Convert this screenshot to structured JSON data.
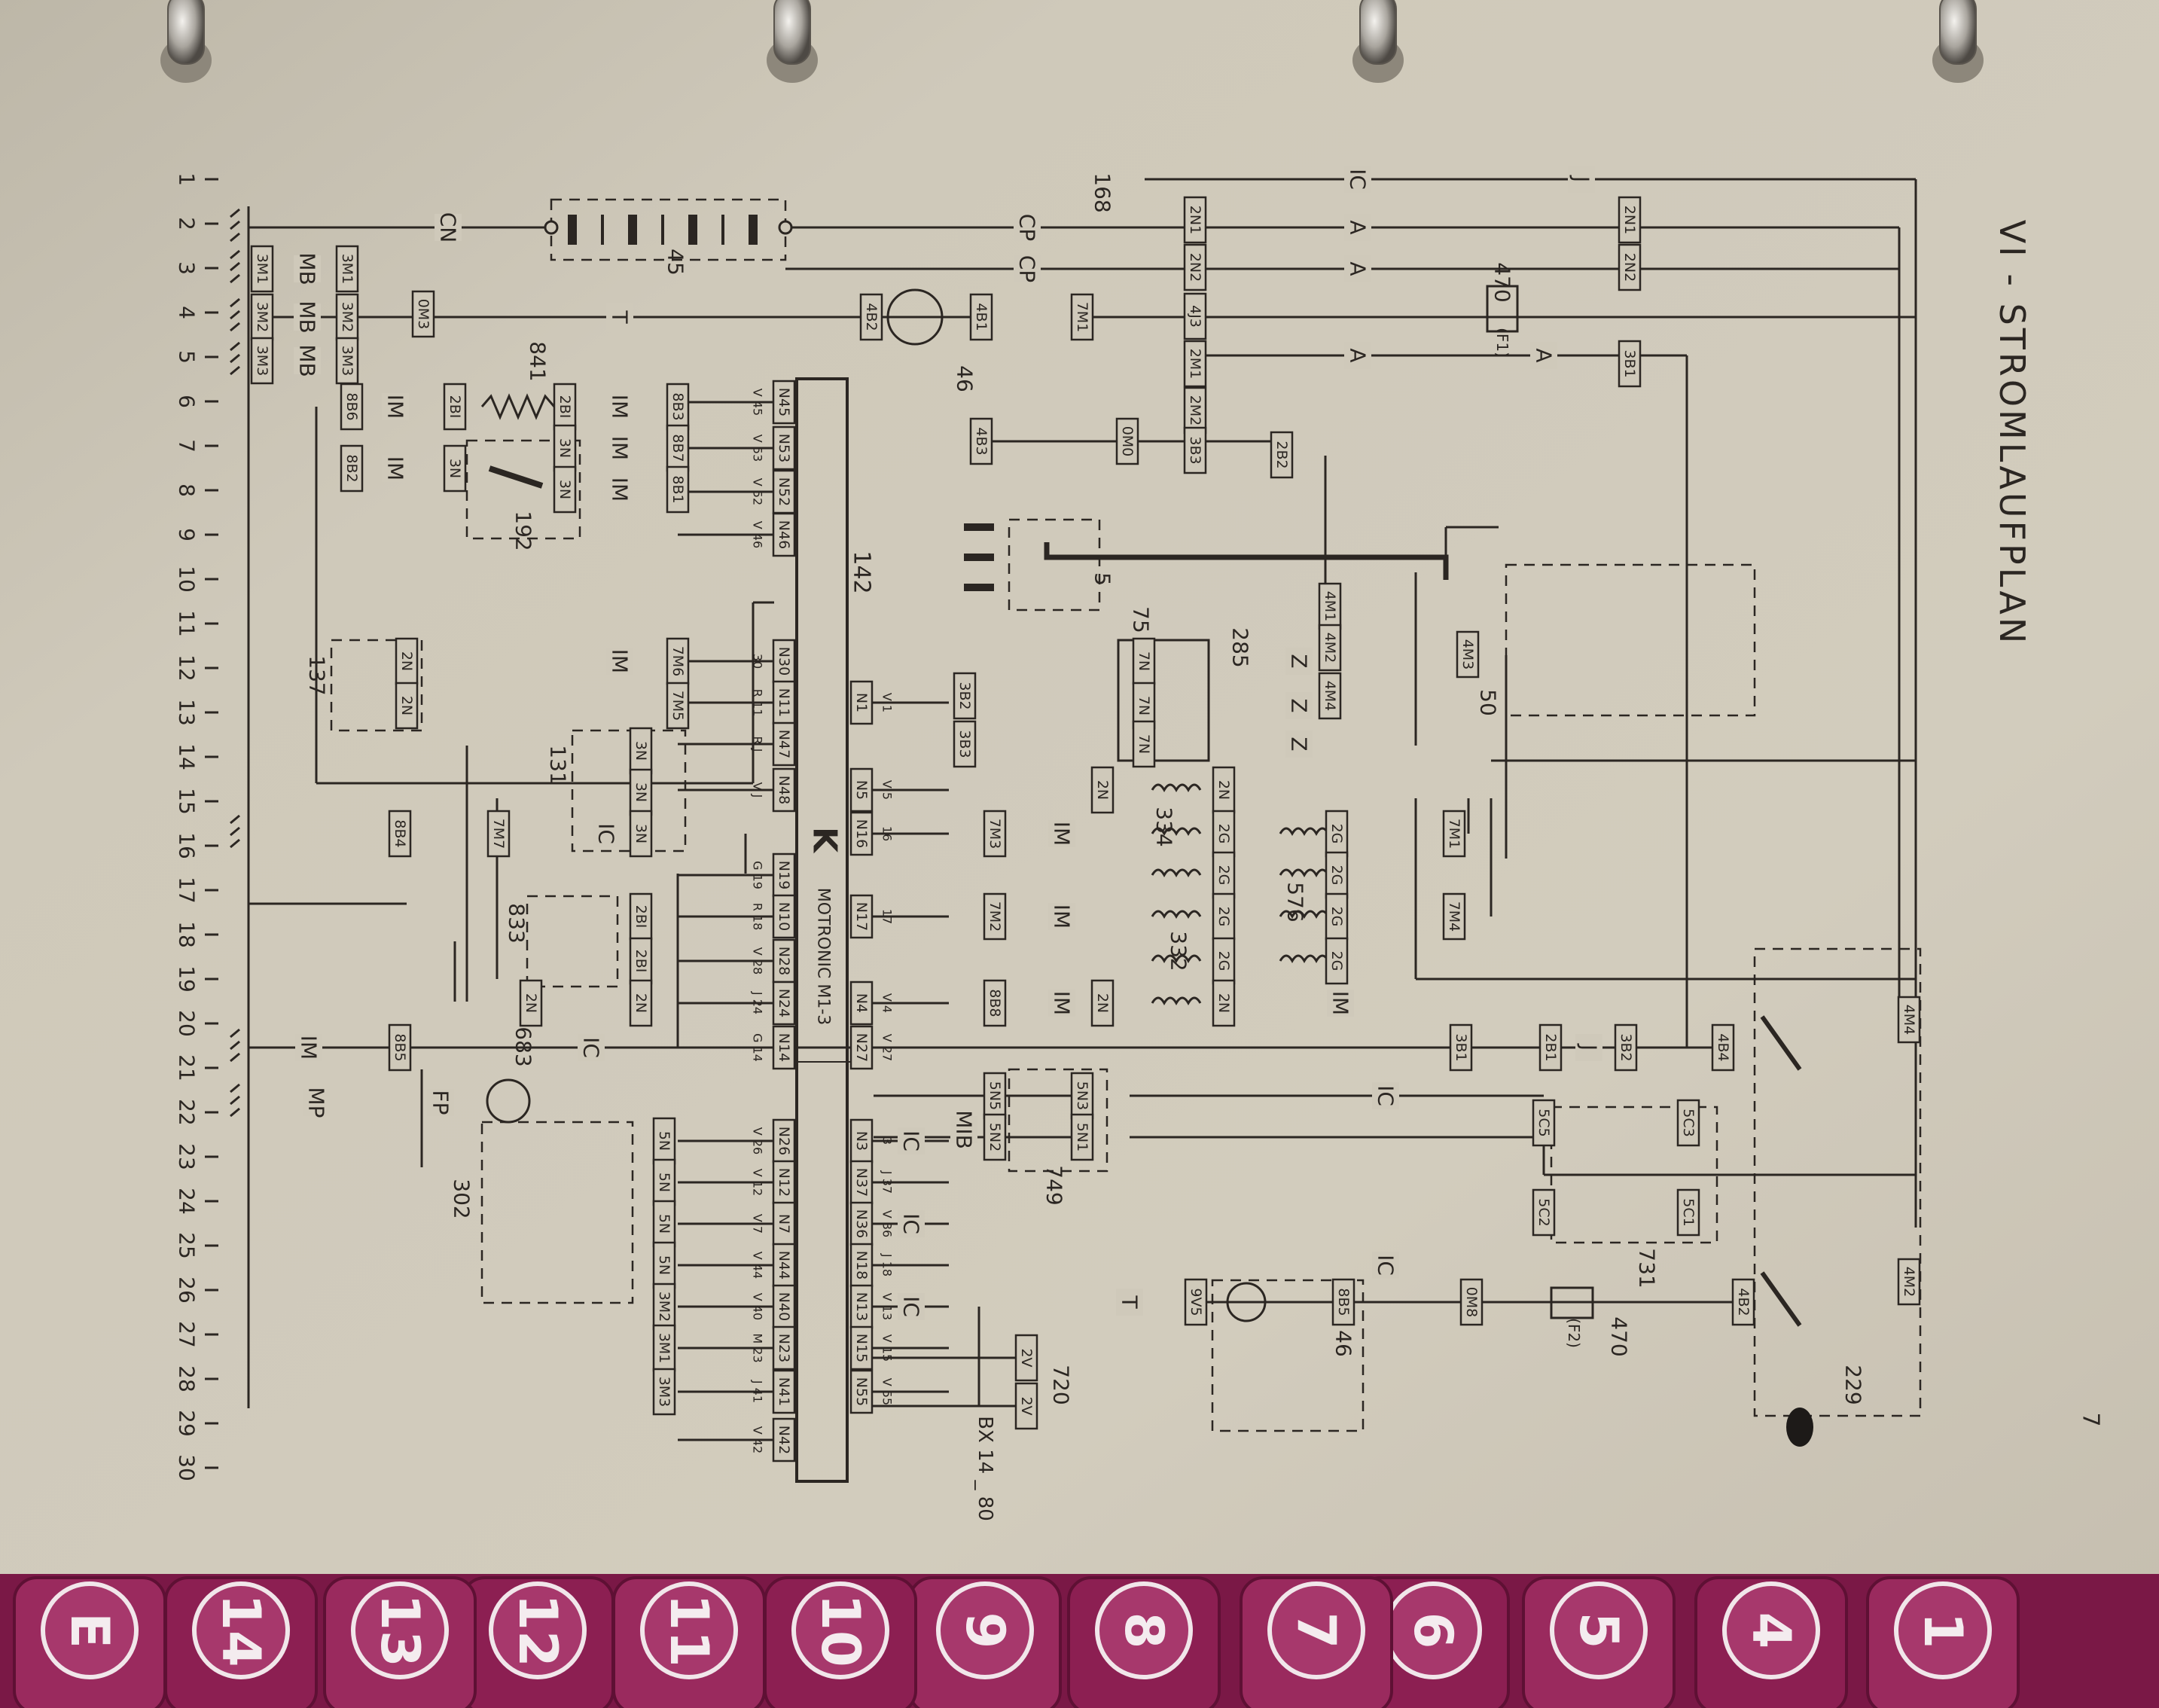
{
  "page": {
    "title": "VI - STROMLAUFPLAN",
    "page_number": "7",
    "drawing_ref": "BX 14 _ 80"
  },
  "column_numbers": [
    "1",
    "2",
    "3",
    "4",
    "5",
    "6",
    "7",
    "8",
    "9",
    "10",
    "11",
    "12",
    "13",
    "14",
    "15",
    "16",
    "17",
    "18",
    "19",
    "20",
    "21",
    "22",
    "23",
    "24",
    "25",
    "26",
    "27",
    "28",
    "29",
    "30"
  ],
  "ecu": {
    "ref": "142",
    "symbol": "K",
    "name": "MOTRONIC M1-3",
    "pins_right": [
      "N1",
      "N5",
      "N16",
      "N17",
      "N4",
      "N27",
      "N3",
      "N37",
      "N36",
      "N18",
      "N13",
      "N15",
      "N55"
    ],
    "pins_right_wires": [
      "V 1",
      "V 5",
      "16",
      "17",
      "V 4",
      "V 27",
      "3",
      "J 37",
      "V 36",
      "J 18",
      "V 13",
      "V 15",
      "V 55"
    ],
    "pins_left": [
      "N45",
      "N53",
      "N52",
      "N46",
      "N30",
      "N11",
      "N47",
      "N48",
      "N19",
      "N10",
      "N28",
      "N24",
      "N14",
      "N26",
      "N12",
      "N7",
      "N44",
      "N40",
      "N23",
      "N41",
      "N42"
    ],
    "pins_left_wires": [
      "V 45",
      "V 53",
      "V 52",
      "V 46",
      "30",
      "R 11",
      "R J",
      "V J",
      "G 19",
      "R 18",
      "V 28",
      "J 24",
      "G 14",
      "V 26",
      "V 12",
      "V 7",
      "V 44",
      "V 40",
      "M 23",
      "J 41",
      "V 42"
    ]
  },
  "components": [
    "168",
    "45",
    "46",
    "841",
    "192",
    "5",
    "75",
    "285",
    "50",
    "137",
    "131",
    "334",
    "576",
    "332",
    "833",
    "683",
    "749",
    "302",
    "731",
    "470",
    "470",
    "229",
    "46",
    "720"
  ],
  "fuse_labels": [
    "(F1)",
    "(F2)"
  ],
  "connectors": [
    "2N1",
    "2N2",
    "4J3",
    "2M1",
    "2M2",
    "3B3",
    "2N1",
    "2N2",
    "3B1",
    "7M1",
    "0M0",
    "2B2",
    "4B1",
    "4B2",
    "4B3",
    "0M3",
    "3M1",
    "3M2",
    "3M3",
    "3M1",
    "3M2",
    "3M3",
    "8B6",
    "8B2",
    "2BI",
    "2BI",
    "3N",
    "3N",
    "3N",
    "8B3",
    "8B7",
    "8B1",
    "4M1",
    "4M2",
    "4M4",
    "4M3",
    "7N",
    "7N",
    "7N",
    "3B2",
    "3B3",
    "7M6",
    "7M5",
    "2N",
    "2N",
    "3N",
    "3N",
    "3N",
    "7M7",
    "8B4",
    "2N",
    "2N",
    "7M3",
    "7M2",
    "8B8",
    "2G",
    "2G",
    "2G",
    "2G",
    "2G",
    "2G",
    "2G",
    "2G",
    "7M1",
    "7M4",
    "2N",
    "2N",
    "2BI",
    "2BI",
    "2N",
    "2N",
    "8B5",
    "3B1",
    "2B1",
    "3B2",
    "4B4",
    "4M4",
    "4M2",
    "5N3",
    "5N1",
    "5N5",
    "5N2",
    "5C5",
    "5C3",
    "5C2",
    "5C1",
    "5N",
    "5N",
    "5N",
    "5N",
    "3M2",
    "3M1",
    "3M3",
    "0M8",
    "8B5",
    "9V5",
    "4B2",
    "2V",
    "2V"
  ],
  "wire_labels": [
    "CN",
    "CP",
    "CP",
    "T",
    "IC",
    "A",
    "A",
    "A",
    "A",
    "MB",
    "MB",
    "MB",
    "IM",
    "IM",
    "IM",
    "IM",
    "IM",
    "IM",
    "IC",
    "IC",
    "Z",
    "Z",
    "Z",
    "IM",
    "IM",
    "IM",
    "IM",
    "FP",
    "MP",
    "IM",
    "IC",
    "IC",
    "IC",
    "IC",
    "T",
    "IC",
    "MIB",
    "J",
    "J"
  ],
  "tabs": [
    "1",
    "4",
    "5",
    "6",
    "7",
    "8",
    "9",
    "10",
    "11",
    "12",
    "13",
    "14",
    "E"
  ],
  "colors": {
    "paper": "#cdc7b8",
    "ink": "#2b2622",
    "tab_magenta": "#8c1f52",
    "ring_metal": "#c9c6c0"
  }
}
